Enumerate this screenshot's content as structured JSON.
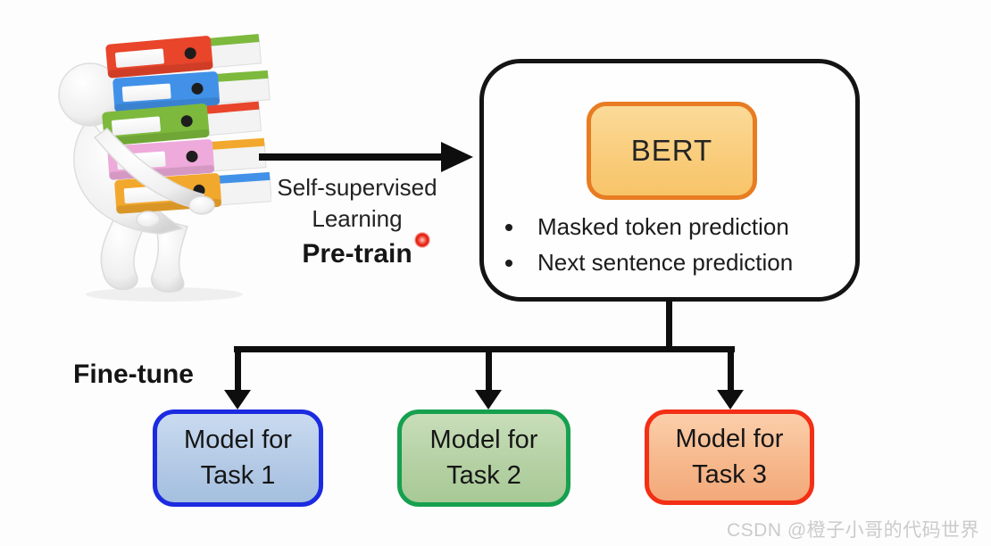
{
  "diagram": {
    "pretrain": {
      "line1": "Self-supervised",
      "line2": "Learning",
      "emphasis": "Pre-train"
    },
    "bert": {
      "title": "BERT",
      "bullets": [
        "Masked token prediction",
        "Next sentence prediction"
      ]
    },
    "finetune_label": "Fine-tune",
    "tasks": [
      {
        "line1": "Model for",
        "line2": "Task 1"
      },
      {
        "line1": "Model for",
        "line2": "Task 2"
      },
      {
        "line1": "Model for",
        "line2": "Task 3"
      }
    ],
    "watermark": "CSDN @橙子小哥的代码世界",
    "icons": {
      "person": "person-carrying-binders-illustration",
      "laser": "laser-pointer-dot"
    },
    "colors": {
      "outline_black": "#0e0e0e",
      "bert_border": "#e87c22",
      "bert_fill_top": "#fbda98",
      "bert_fill_bottom": "#f8c468",
      "task1_border": "#1c2be0",
      "task1_fill": "#b4cae6",
      "task2_border": "#16a04f",
      "task2_fill": "#b5d1a4",
      "task3_border": "#f32f15",
      "task3_fill": "#f6b88c",
      "laser_dot_red": "#e01407",
      "watermark_gray": "#cbcbcb",
      "binder_colors": [
        "#e8452b",
        "#4191e8",
        "#7db93d",
        "#eeaada",
        "#f2a82c"
      ]
    }
  }
}
